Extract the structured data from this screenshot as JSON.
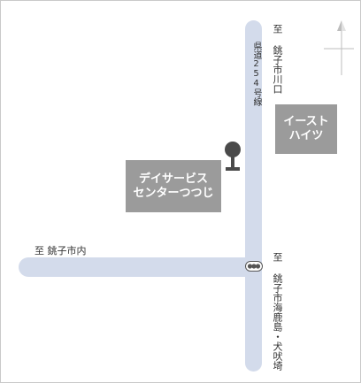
{
  "roads": {
    "prefectural_road_label": "県道254号線",
    "north_direction": "至 銚子市川口",
    "west_direction": "至 銚子市内",
    "south_direction": "至 銚子市海鹿島・犬吠埼"
  },
  "buildings": {
    "east_heights": {
      "line1": "イースト",
      "line2": "ハイツ"
    },
    "day_service": {
      "line1": "デイサービス",
      "line2": "センターつつじ"
    }
  },
  "icons": {
    "tree": "tree-icon",
    "traffic_light": "traffic-light-icon",
    "north_arrow": "north-arrow-icon"
  },
  "colors": {
    "road": "#d3dbeb",
    "building": "#9b9b9b",
    "tree": "#4a4a4a"
  }
}
